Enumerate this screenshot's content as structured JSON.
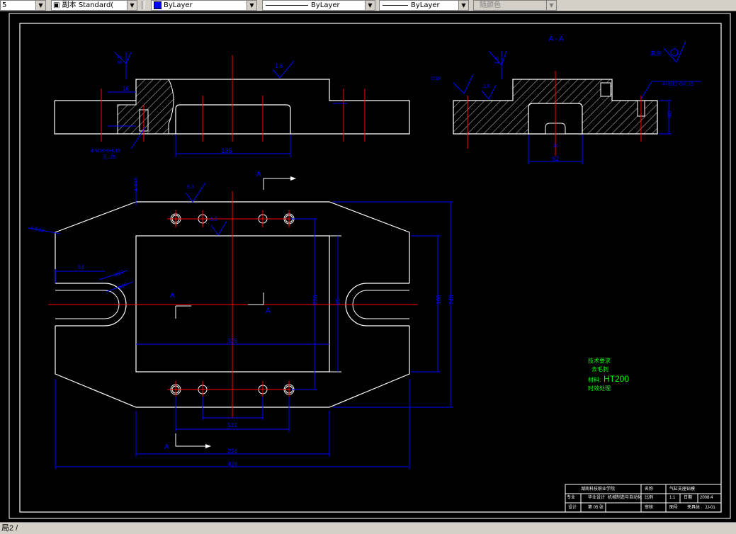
{
  "toolbar": {
    "textstyle_prefix": "5",
    "dimstyle": "副本 Standard(",
    "layer_color": "ByLayer",
    "linetype": "ByLayer",
    "lineweight": "ByLayer",
    "plotstyle": "随颜色"
  },
  "colors": {
    "outline": "#ffffff",
    "dimension": "#0000ff",
    "centerline": "#ff0000",
    "note": "#00ff00",
    "hatch": "#ffffff"
  },
  "drawing": {
    "section_title": "A - A",
    "section_mark": "A",
    "dims": {
      "d135": "135",
      "d62": "62",
      "d40": "40",
      "d54": "54",
      "d326": "326",
      "d122": "122",
      "d224": "224",
      "d418": "418",
      "d160": "160",
      "d248": "248",
      "d220": "220",
      "d10": "10",
      "d16": "16",
      "d25": "25",
      "d4phi10": "4-Φ10",
      "dr22": "R22",
      "dr20": "R20",
      "dsmall": "∅18"
    },
    "roughness": {
      "r1": "6.3",
      "r2": "1.6",
      "r3": "1.6",
      "r4": "1.6",
      "r5": "6.3",
      "r6": "6.3",
      "r7": "3.2",
      "rest": "其余"
    },
    "thread_note_left": "4-M10-6H↓15",
    "thread_note_left2": "孔↓25",
    "thread_note_right": "4×M12-6H↓15",
    "left_note": "4-Φ10",
    "notes": {
      "line1": "技术要求",
      "line2": "去毛刺",
      "line3_prefix": "材料:",
      "material": "HT200",
      "line4": "时效处理"
    }
  },
  "title_block": {
    "school": "湖南科技职业学院",
    "dept": "毕业设计",
    "name_label": "名称",
    "part_name": "气缸支座钻模",
    "drawing_label": "图号",
    "drawing_no": "夹具体",
    "major_label": "专业",
    "major": "机械制造与自动化",
    "scale_label": "比例",
    "scale": "1:1",
    "designer_label": "设计",
    "date_label": "日期",
    "date": "2008.4",
    "sheet": "第 05 张",
    "checker_label": "审核",
    "proj": "JJ-01"
  },
  "status": {
    "tab": "局2"
  }
}
